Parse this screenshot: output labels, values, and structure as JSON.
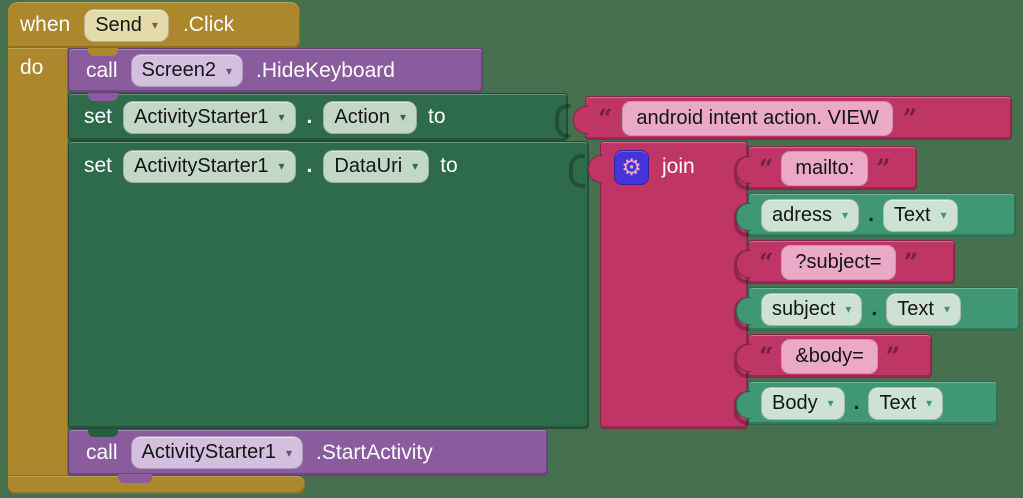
{
  "colors": {
    "canvas": "#47714e",
    "event_gold": "#ac872c",
    "component_purple": "#8a5c9d",
    "setter_green": "#2d6b4b",
    "getter_green": "#3f9873",
    "text_magenta": "#bf3566",
    "text_field_pink": "#eaa9c7",
    "mutator_indigo": "#4634d8"
  },
  "icons": {
    "dropdown": "▾",
    "gear": "⚙"
  },
  "event": {
    "keyword": "when",
    "component": "Send",
    "suffix": ".Click",
    "body_label": "do"
  },
  "calls": {
    "hide_keyboard": {
      "keyword": "call",
      "component": "Screen2",
      "method": ".HideKeyboard"
    },
    "start_activity": {
      "keyword": "call",
      "component": "ActivityStarter1",
      "method": ".StartActivity"
    }
  },
  "setters": {
    "action": {
      "keyword": "set",
      "component": "ActivityStarter1",
      "separator": ".",
      "property": "Action",
      "to_label": "to"
    },
    "data_uri": {
      "keyword": "set",
      "component": "ActivityStarter1",
      "separator": ".",
      "property": "DataUri",
      "to_label": "to"
    }
  },
  "join": {
    "label": "join"
  },
  "strings": {
    "action_value": {
      "open": "“",
      "text": "android intent action. VIEW",
      "close": "”"
    },
    "mailto": {
      "open": "“",
      "text": "mailto:",
      "close": "”"
    },
    "subject_param": {
      "open": "“",
      "text": "?subject=",
      "close": "”"
    },
    "body_param": {
      "open": "“",
      "text": "&body=",
      "close": "”"
    }
  },
  "getters": {
    "address": {
      "component": "adress",
      "separator": ".",
      "property": "Text"
    },
    "subject": {
      "component": "subject",
      "separator": ".",
      "property": "Text"
    },
    "body": {
      "component": "Body",
      "separator": ".",
      "property": "Text"
    }
  }
}
